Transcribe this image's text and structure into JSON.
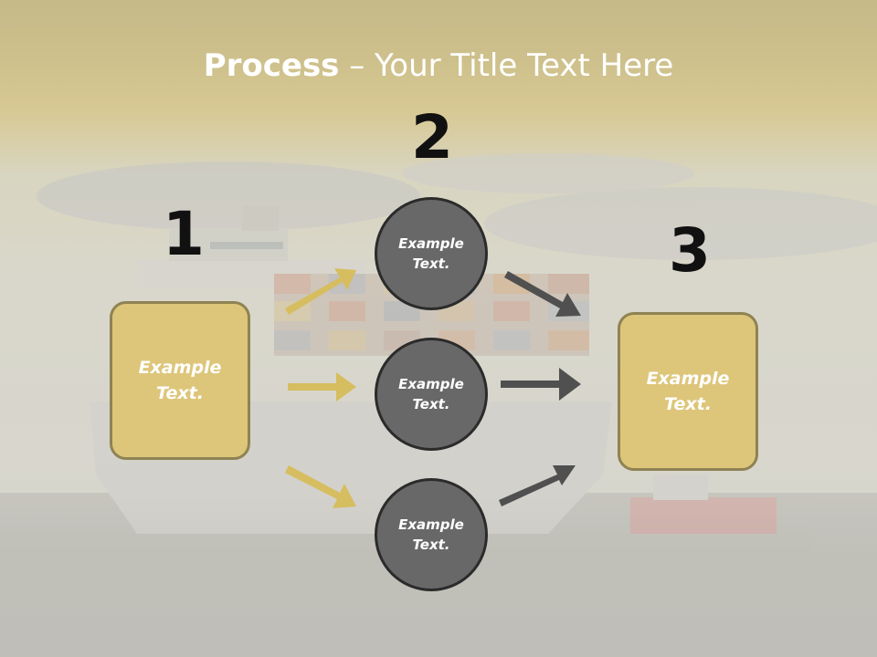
{
  "title": {
    "strong": "Process",
    "rest": " – Your Title Text Here"
  },
  "steps": [
    {
      "number": "1",
      "text": "Example\nText."
    },
    {
      "number": "2",
      "text": ""
    },
    {
      "number": "3",
      "text": "Example\nText."
    }
  ],
  "center_items": [
    {
      "text": "Example\nText."
    },
    {
      "text": "Example\nText."
    },
    {
      "text": "Example\nText."
    }
  ],
  "colors": {
    "title_band": "#c4ad55",
    "box_fill": "#ddc67a",
    "box_border": "#8f8353",
    "circle_fill": "#686868",
    "circle_border": "#2b2b2b",
    "gold_arrow": "#d6bd5f",
    "gray_arrow": "#505050"
  }
}
